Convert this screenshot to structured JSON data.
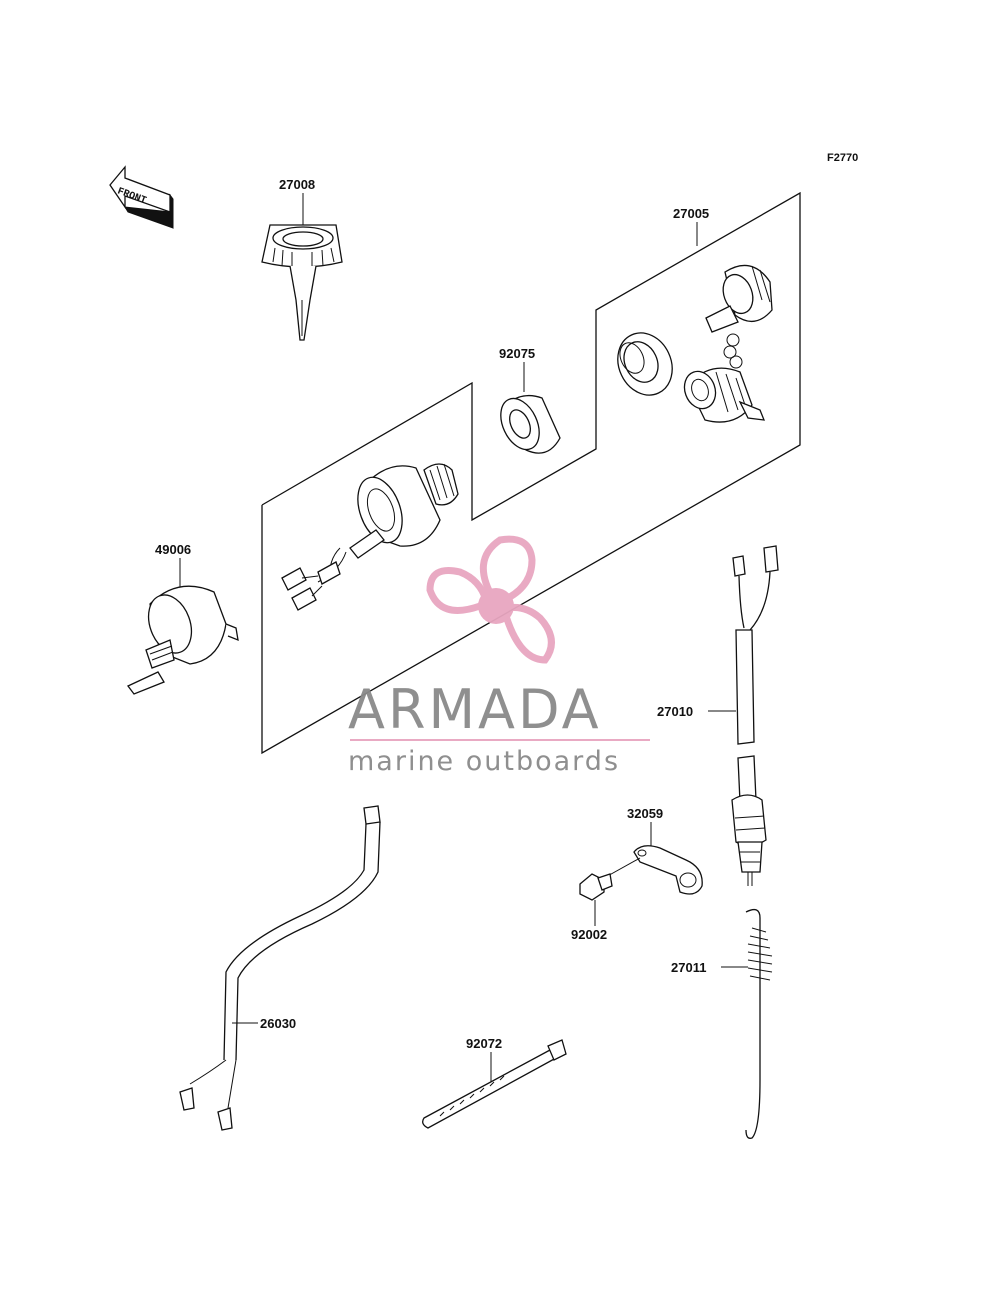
{
  "figure_code": "F2770",
  "front_label": "FRONT",
  "parts": {
    "p27008": "27008",
    "p27005": "27005",
    "p92075": "92075",
    "p49006": "49006",
    "p27010": "27010",
    "p32059": "32059",
    "p92002": "92002",
    "p27011": "27011",
    "p26030": "26030",
    "p92072": "92072"
  },
  "watermark": {
    "title": "ARMADA",
    "subtitle": "marine outboards",
    "logo_color": "#e8a6c0",
    "line_color": "#e8a6c0"
  }
}
